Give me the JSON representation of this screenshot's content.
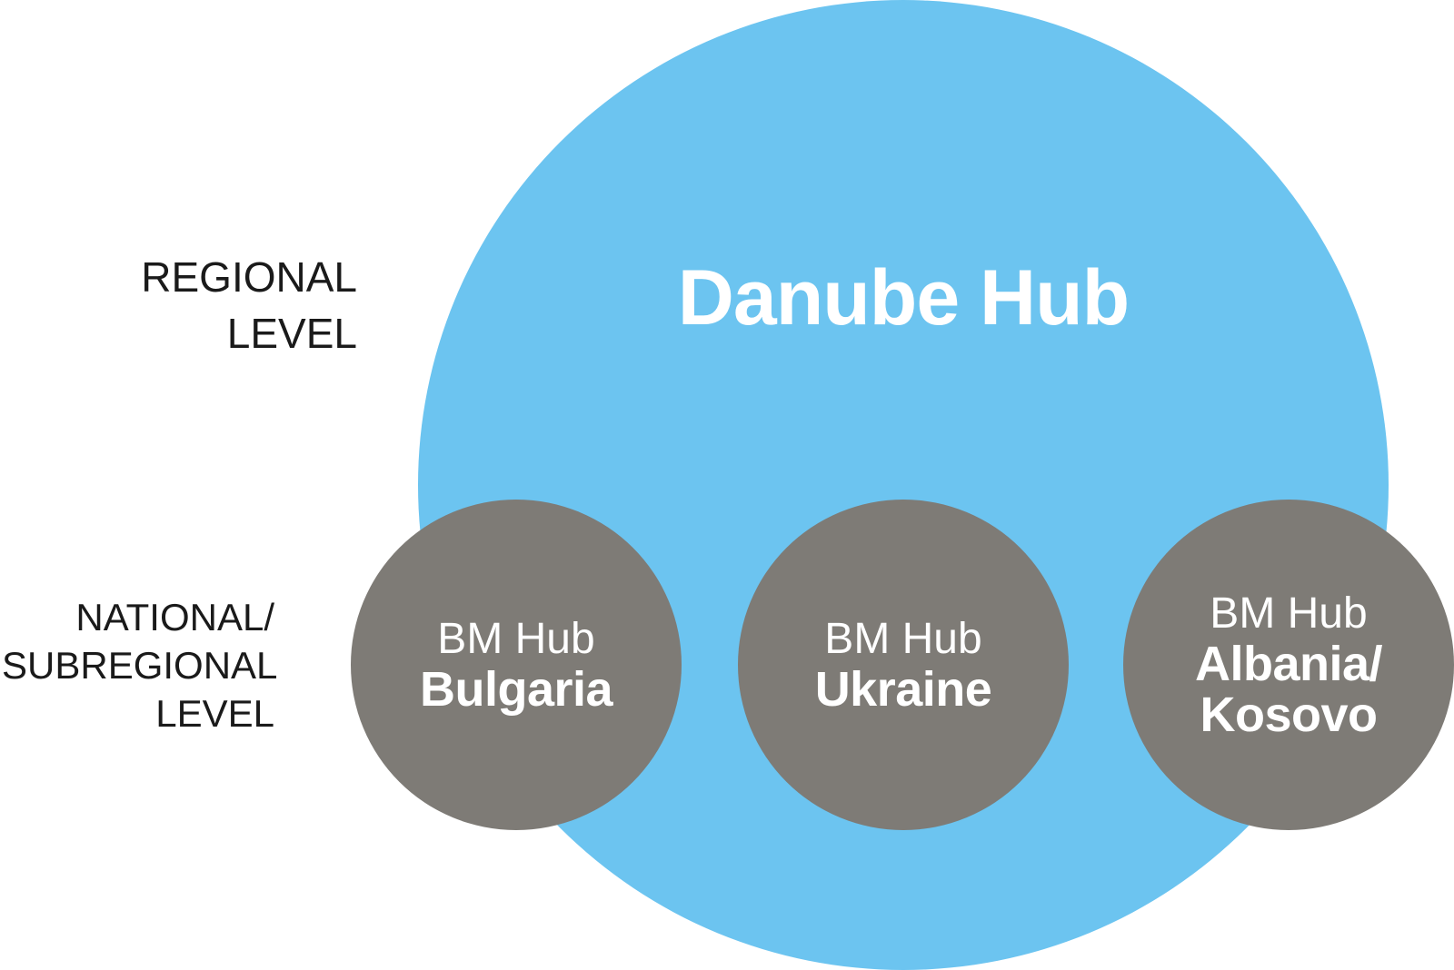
{
  "colors": {
    "regional": "#6cc4f0",
    "national": "#7e7b76"
  },
  "regional": {
    "label_line1": "REGIONAL",
    "label_line2": "LEVEL",
    "hub": "Danube Hub"
  },
  "national": {
    "label_line1": "NATIONAL/",
    "label_line2": "SUBREGIONAL",
    "label_line3": "LEVEL",
    "hubs": [
      {
        "prefix": "BM Hub",
        "name_line1": "Bulgaria",
        "name_line2": ""
      },
      {
        "prefix": "BM Hub",
        "name_line1": "Ukraine",
        "name_line2": ""
      },
      {
        "prefix": "BM Hub",
        "name_line1": "Albania/",
        "name_line2": "Kosovo"
      }
    ]
  }
}
